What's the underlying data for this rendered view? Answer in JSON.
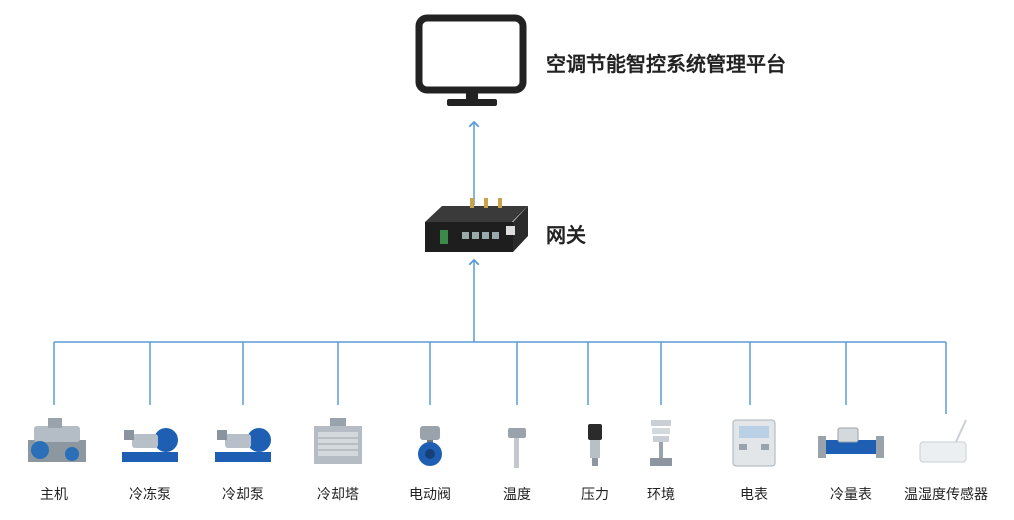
{
  "platform": {
    "label": "空调节能智控系统管理平台"
  },
  "gateway": {
    "label": "网关"
  },
  "colors": {
    "line": "#5b9bd5",
    "device_blue": "#1e5fb4",
    "steel": "#a9b4bf"
  },
  "devices": [
    {
      "label": "主机",
      "icon": "chiller-icon"
    },
    {
      "label": "冷冻泵",
      "icon": "pump-icon"
    },
    {
      "label": "冷却泵",
      "icon": "pump-icon"
    },
    {
      "label": "冷却塔",
      "icon": "cooling-tower-icon"
    },
    {
      "label": "电动阀",
      "icon": "valve-icon"
    },
    {
      "label": "温度",
      "icon": "temperature-sensor-icon"
    },
    {
      "label": "压力",
      "icon": "pressure-sensor-icon"
    },
    {
      "label": "环境",
      "icon": "weather-sensor-icon"
    },
    {
      "label": "电表",
      "icon": "power-meter-icon"
    },
    {
      "label": "冷量表",
      "icon": "flow-meter-icon"
    },
    {
      "label": "温湿度传感器",
      "icon": "humidity-sensor-icon"
    }
  ]
}
